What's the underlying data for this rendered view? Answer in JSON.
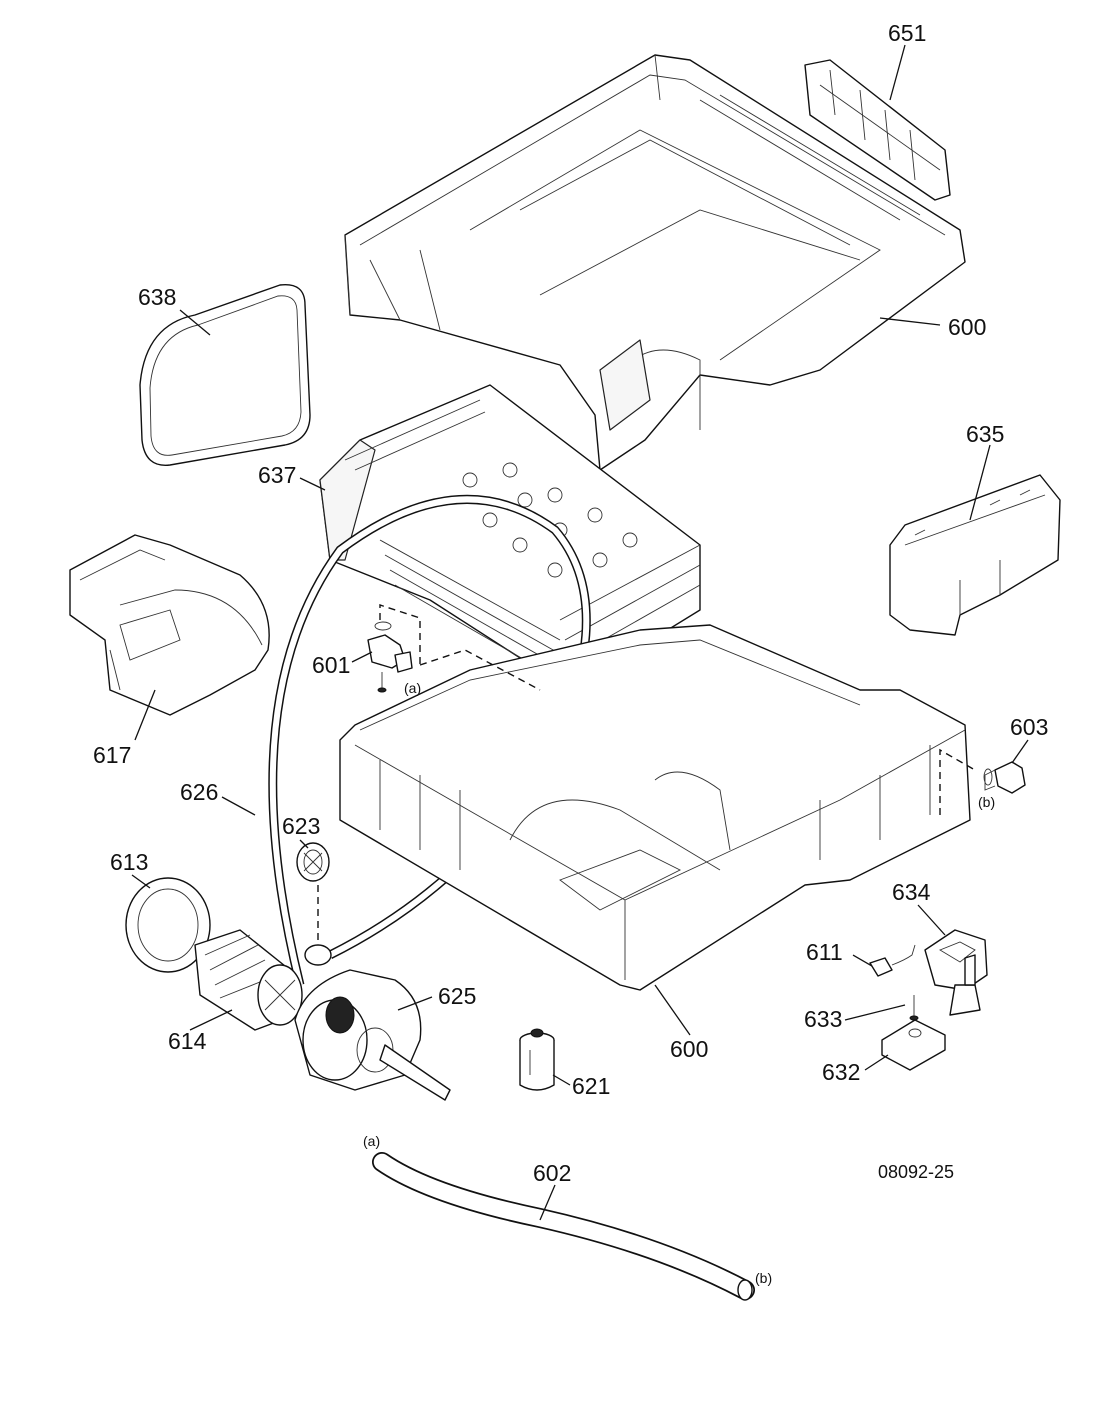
{
  "callouts": {
    "p651": "651",
    "p638": "638",
    "p600_top": "600",
    "p635": "635",
    "p637": "637",
    "p601": "601",
    "p617": "617",
    "p603": "603",
    "p626": "626",
    "p623": "623",
    "p613": "613",
    "p634": "634",
    "p611": "611",
    "p625": "625",
    "p633": "633",
    "p614": "614",
    "p600_bottom": "600",
    "p632": "632",
    "p621": "621",
    "p602": "602"
  },
  "connectors": {
    "a_valve": "(a)",
    "b_fitting": "(b)",
    "a_hose": "(a)",
    "b_hose": "(b)"
  },
  "drawing_code": "08092-25"
}
